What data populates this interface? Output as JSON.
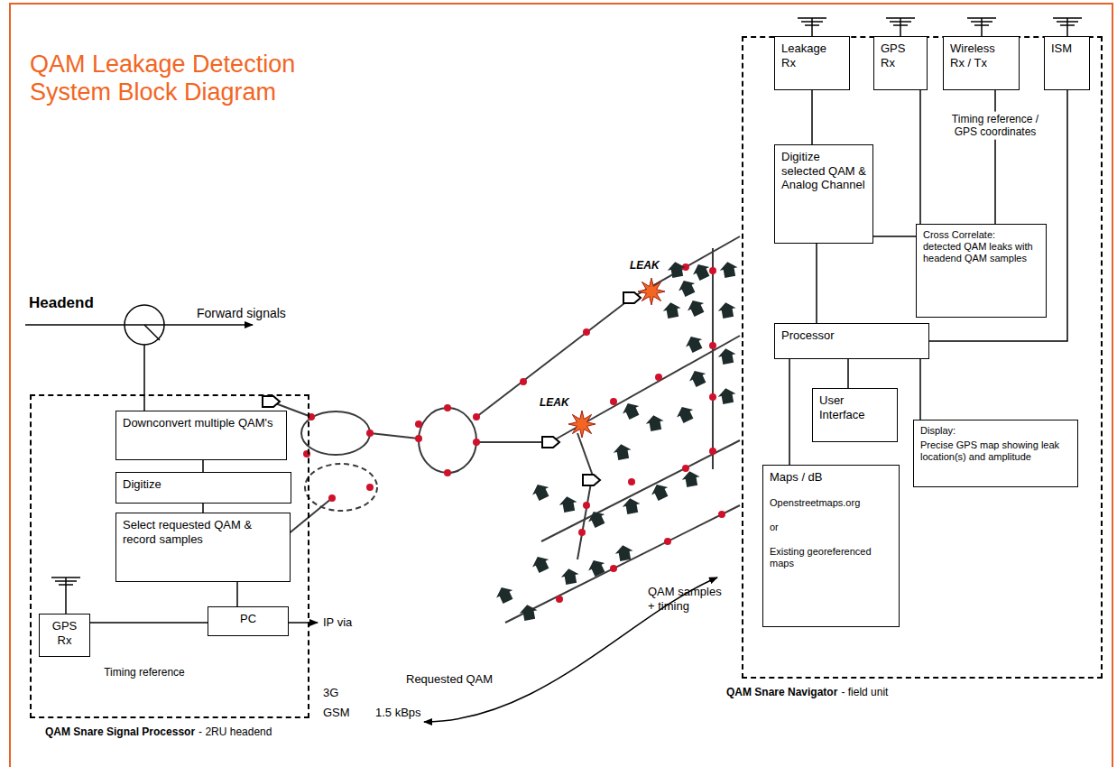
{
  "diagram": {
    "title": "QAM Leakage Detection System Block Diagram",
    "nodes": [
      {
        "text": [
          "QAM Snare Signal Processor",
          "- 2RU headend"
        ]
      },
      {
        "text": [
          "Downconvert multiple QAM's"
        ],
        "in": 0
      },
      {
        "text": [
          "Digitize"
        ],
        "in": 0
      },
      {
        "text": [
          "Select requested QAM & record samples"
        ],
        "in": 0
      },
      {
        "text": [
          "GPS Rx"
        ],
        "in": 0
      },
      {
        "text": [
          "PC"
        ],
        "in": 0
      },
      {
        "text": [
          "QAM Snare Navigator",
          "- field unit"
        ]
      },
      {
        "text": [
          "Leakage Rx"
        ],
        "in": 6
      },
      {
        "text": [
          "GPS Rx"
        ],
        "in": 6
      },
      {
        "text": [
          "Wireless Rx / Tx"
        ],
        "in": 6
      },
      {
        "text": [
          "ISM"
        ],
        "in": 6
      },
      {
        "text": [
          "Digitize selected QAM & Analog Channel"
        ],
        "in": 6
      },
      {
        "text": [
          "Cross Correlate:",
          "detected QAM leaks with headend QAM samples"
        ],
        "in": 6
      },
      {
        "text": [
          "Processor"
        ],
        "in": 6
      },
      {
        "text": [
          "User Interface"
        ],
        "in": 6
      },
      {
        "text": [
          "Display:",
          "Precise GPS map showing leak location(s) and amplitude"
        ],
        "in": 6
      },
      {
        "text": [
          "Maps / dB",
          "Openstreetmaps.org",
          "or",
          "Existing georeferenced maps"
        ],
        "in": 6
      }
    ],
    "edges": [
      {
        "from": 1,
        "to": 2,
        "arrow": "none"
      },
      {
        "from": 2,
        "to": 3,
        "arrow": "none"
      },
      {
        "from": 3,
        "to": 5,
        "arrow": "none"
      },
      {
        "from": 4,
        "to": 5,
        "label": "Timing reference",
        "arrow": "none"
      },
      {
        "from": 7,
        "to": 11,
        "arrow": "none"
      },
      {
        "from": 8,
        "to": 12,
        "arrow": "none"
      },
      {
        "from": 9,
        "to": 12,
        "label": "Timing reference / GPS coordinates",
        "arrow": "none"
      },
      {
        "from": 11,
        "to": 12,
        "arrow": "none"
      },
      {
        "from": 11,
        "to": 13,
        "arrow": "none"
      },
      {
        "from": 10,
        "to": 13,
        "arrow": "none"
      },
      {
        "from": 13,
        "to": 14,
        "arrow": "none"
      },
      {
        "from": 13,
        "to": 16,
        "arrow": "none"
      },
      {
        "from": 13,
        "to": 15,
        "arrow": "none"
      }
    ],
    "labels": [
      "Headend",
      "Forward signals",
      "LEAK",
      "LEAK",
      "IP via",
      "3G",
      "GSM",
      "1.5 kBps",
      "Requested QAM",
      "QAM samples + timing"
    ]
  }
}
